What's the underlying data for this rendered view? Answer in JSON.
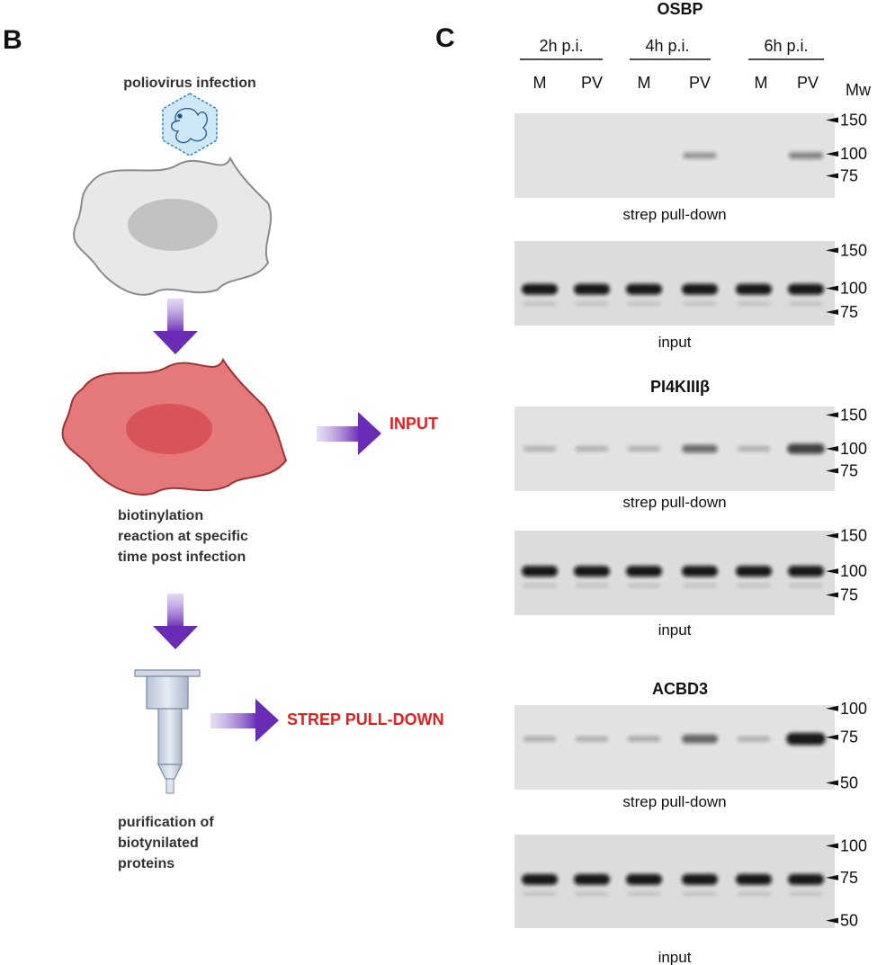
{
  "panel_b": {
    "letter": "B",
    "virus_label": "poliovirus infection",
    "biotin_lines": [
      "biotinylation",
      "reaction at specific",
      "time post infection"
    ],
    "purification_lines": [
      "purification of",
      "biotynilated",
      "proteins"
    ],
    "input_label": "INPUT",
    "pulldown_label": "STREP  PULL-DOWN",
    "colors": {
      "arrow": "#6a2bb5",
      "infected_cell": "#e4787a",
      "normal_cell": "#e8e8e8",
      "accent_text": "#e02020"
    }
  },
  "panel_c": {
    "letter": "C",
    "time_groups": [
      "2h p.i.",
      "4h p.i.",
      "6h p.i."
    ],
    "lanes": [
      "M",
      "PV",
      "M",
      "PV",
      "M",
      "PV"
    ],
    "mw_header": "Mw",
    "blots": [
      {
        "protein": "OSBP",
        "caption": "strep pull-down",
        "markers": [
          "150",
          "100",
          "75"
        ],
        "band_intensity": [
          0.0,
          0.0,
          0.0,
          0.2,
          0.0,
          0.3
        ]
      },
      {
        "protein": "",
        "caption": "input",
        "markers": [
          "150",
          "100",
          "75"
        ],
        "band_intensity": [
          1.0,
          1.0,
          1.0,
          1.0,
          1.0,
          1.0
        ]
      },
      {
        "protein": "PI4KIIIβ",
        "caption": "strep pull-down",
        "markers": [
          "150",
          "100",
          "75"
        ],
        "band_intensity": [
          0.06,
          0.06,
          0.06,
          0.45,
          0.06,
          0.7
        ]
      },
      {
        "protein": "",
        "caption": "input",
        "markers": [
          "150",
          "100",
          "75"
        ],
        "band_intensity": [
          1.0,
          1.0,
          1.0,
          1.0,
          1.0,
          1.0
        ]
      },
      {
        "protein": "ACBD3",
        "caption": "strep pull-down",
        "markers": [
          "100",
          "75",
          "50"
        ],
        "band_intensity": [
          0.08,
          0.06,
          0.1,
          0.5,
          0.07,
          0.95
        ]
      },
      {
        "protein": "",
        "caption": "input",
        "markers": [
          "100",
          "75",
          "50"
        ],
        "band_intensity": [
          1.0,
          1.0,
          1.0,
          1.0,
          1.0,
          1.0
        ]
      }
    ]
  }
}
